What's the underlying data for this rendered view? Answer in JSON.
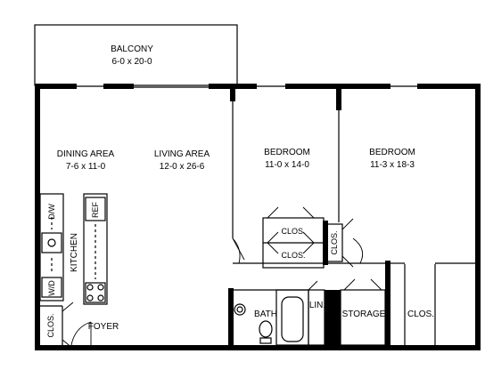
{
  "rooms": {
    "balcony": {
      "name": "BALCONY",
      "dims": "6-0 x 20-0"
    },
    "dining": {
      "name": "DINING AREA",
      "dims": "7-6 x 11-0"
    },
    "living": {
      "name": "LIVING AREA",
      "dims": "12-0 x 26-6"
    },
    "bedroom1": {
      "name": "BEDROOM",
      "dims": "11-0 x 14-0"
    },
    "bedroom2": {
      "name": "BEDROOM",
      "dims": "11-3 x 18-3"
    },
    "kitchen": {
      "name": "KITCHEN"
    },
    "foyer": {
      "name": "FOYER"
    },
    "bath": {
      "name": "BATH"
    },
    "storage": {
      "name": "STORAGE"
    }
  },
  "closets": {
    "bed1_upper": "CLOS.",
    "bed1_lower": "CLOS.",
    "bed2_side": "CLOS.",
    "foyer": "CLOS.",
    "bed2_large": "CLOS.",
    "linen": "LIN."
  },
  "appliances": {
    "dishwasher": "D/W",
    "refrigerator": "REF",
    "washer_dryer": "W/D"
  }
}
